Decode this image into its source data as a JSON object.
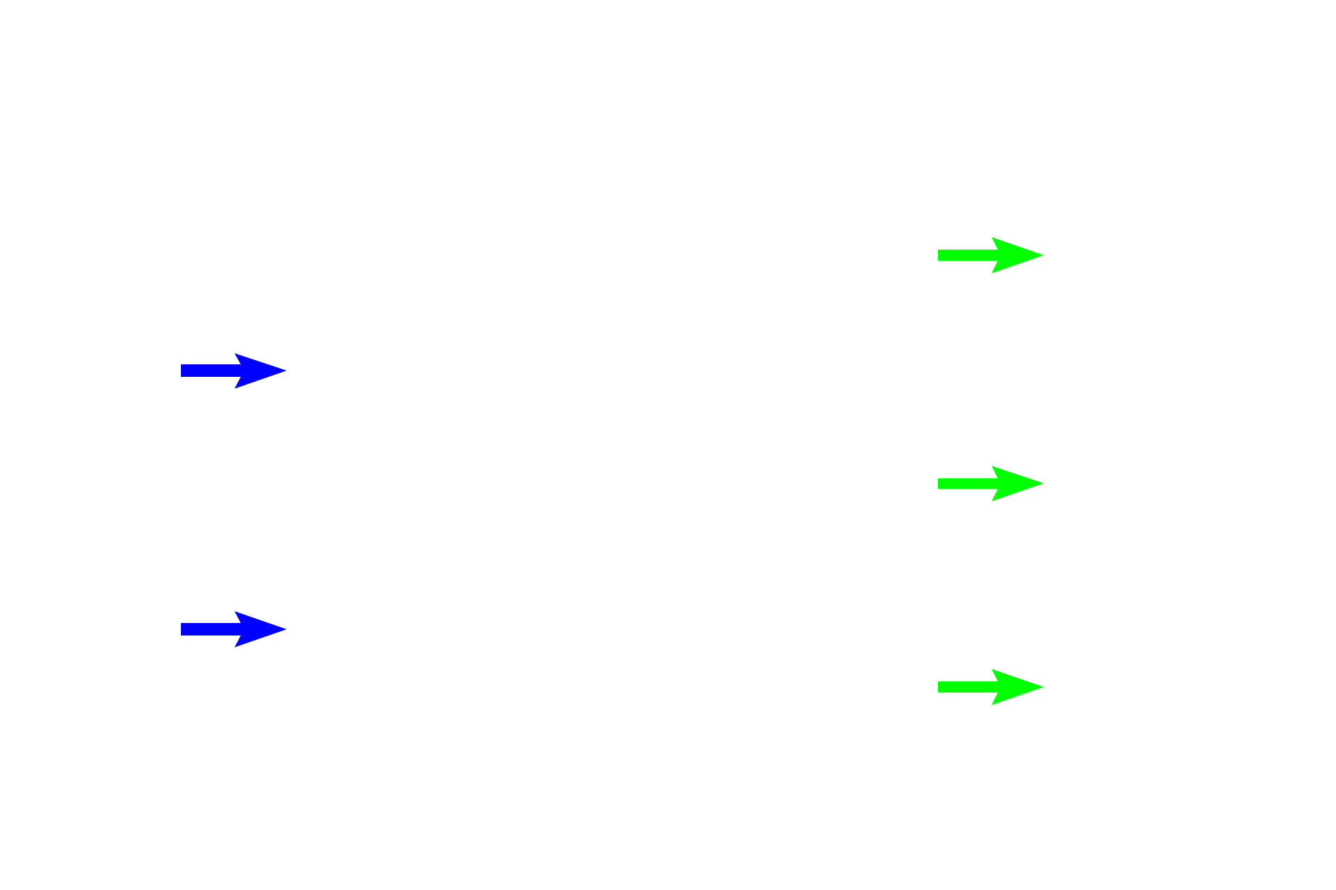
{
  "diagram": {
    "background": "#ffffff",
    "arrow_groups": [
      {
        "name": "blue-arrows",
        "color": "#0000ff",
        "direction": "right",
        "count": 2
      },
      {
        "name": "green-arrows",
        "color": "#00ff00",
        "direction": "right",
        "count": 3
      }
    ]
  }
}
